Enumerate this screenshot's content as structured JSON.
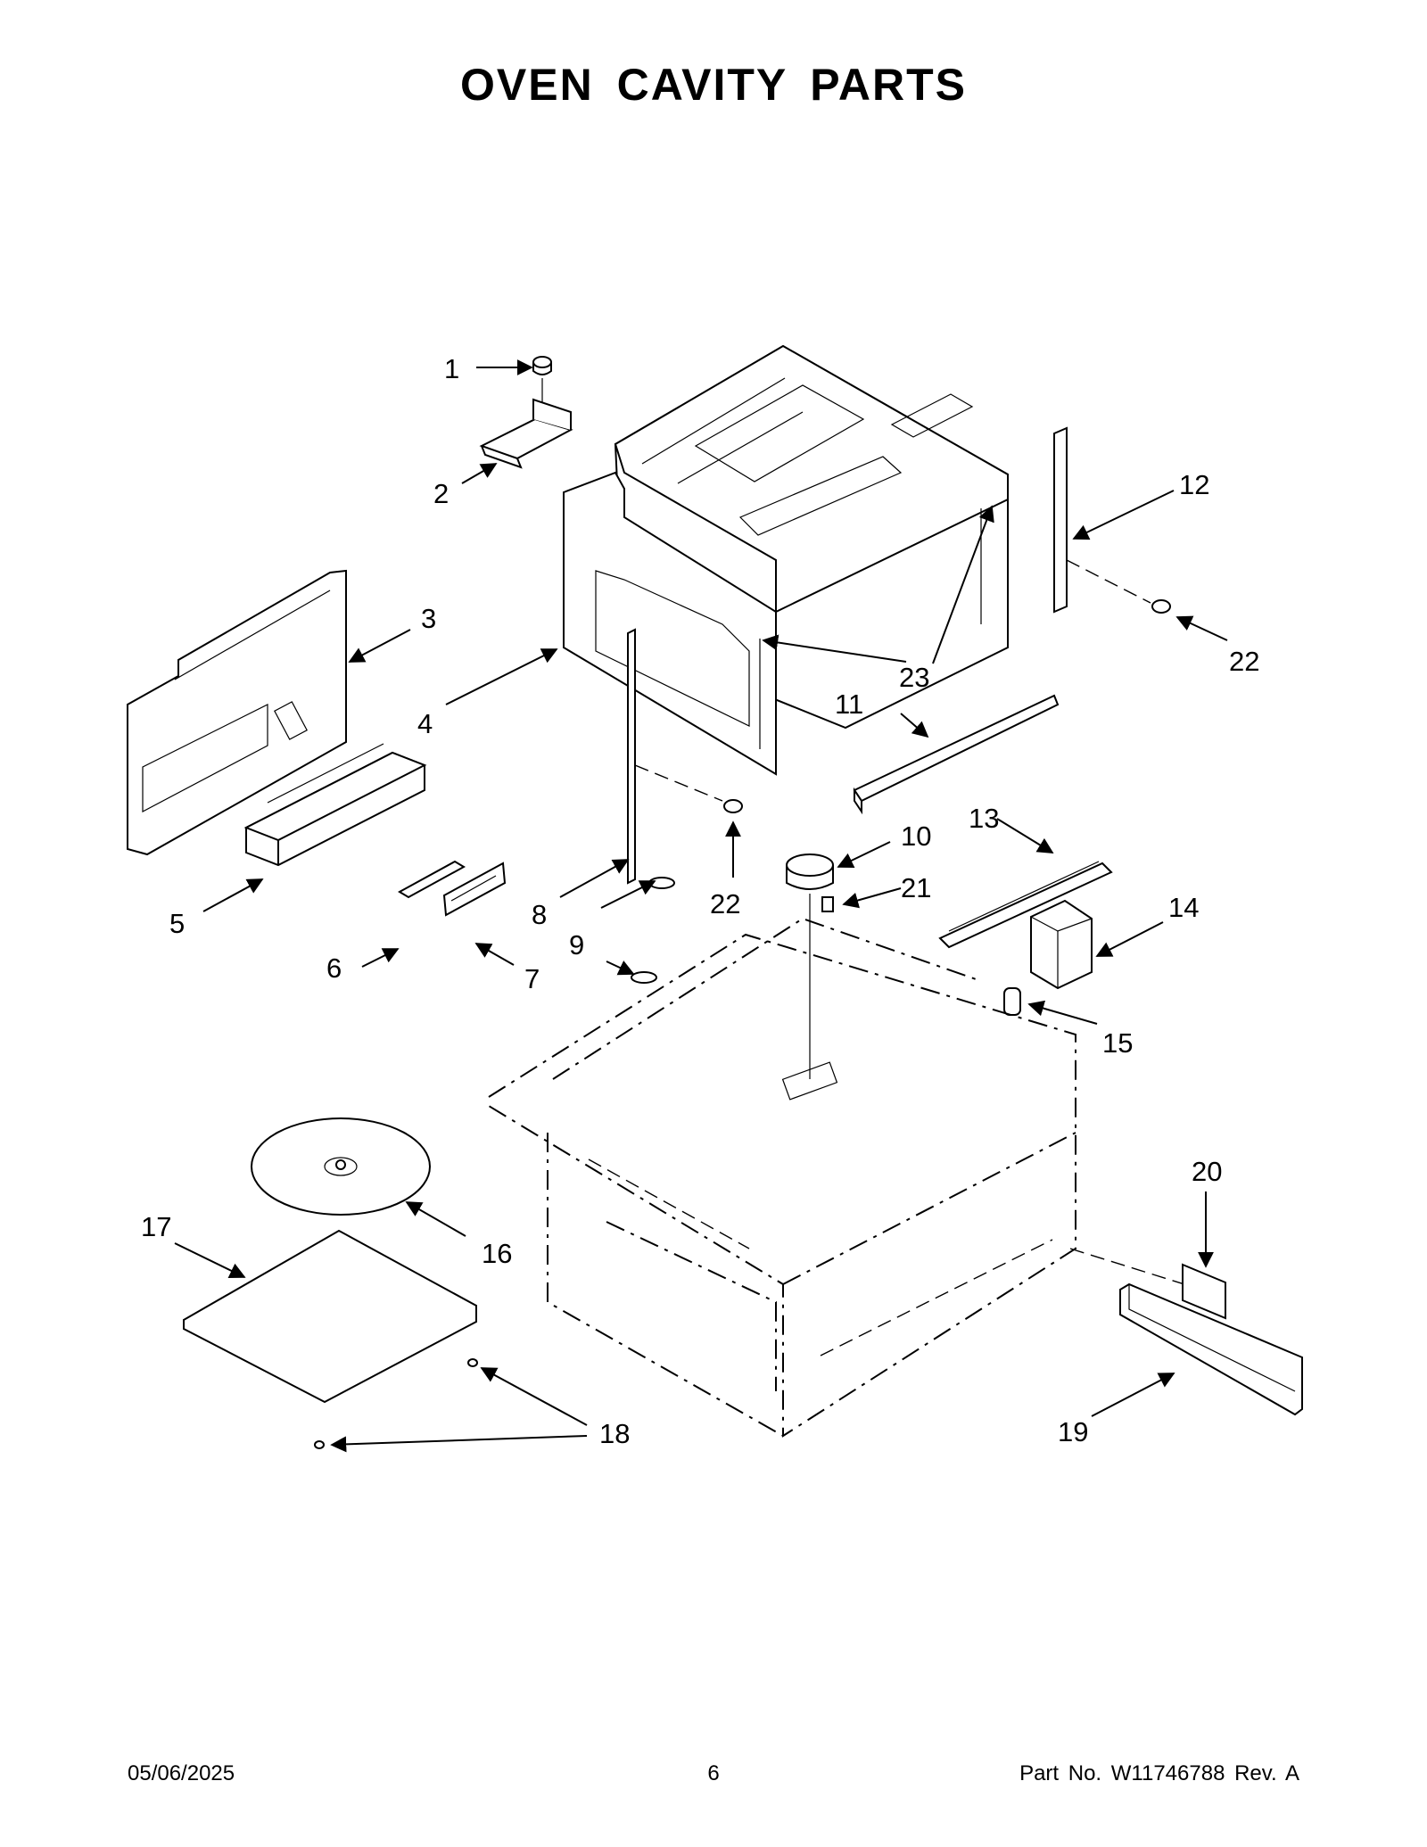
{
  "page": {
    "title": "OVEN CAVITY PARTS"
  },
  "callouts": [
    "1",
    "2",
    "3",
    "4",
    "5",
    "6",
    "7",
    "8",
    "9",
    "10",
    "11",
    "12",
    "13",
    "14",
    "15",
    "16",
    "17",
    "18",
    "19",
    "20",
    "21",
    "22",
    "22",
    "23"
  ],
  "footer": {
    "date": "05/06/2025",
    "page_number": "6",
    "part_info": "Part No.  W11746788  Rev.  A"
  }
}
